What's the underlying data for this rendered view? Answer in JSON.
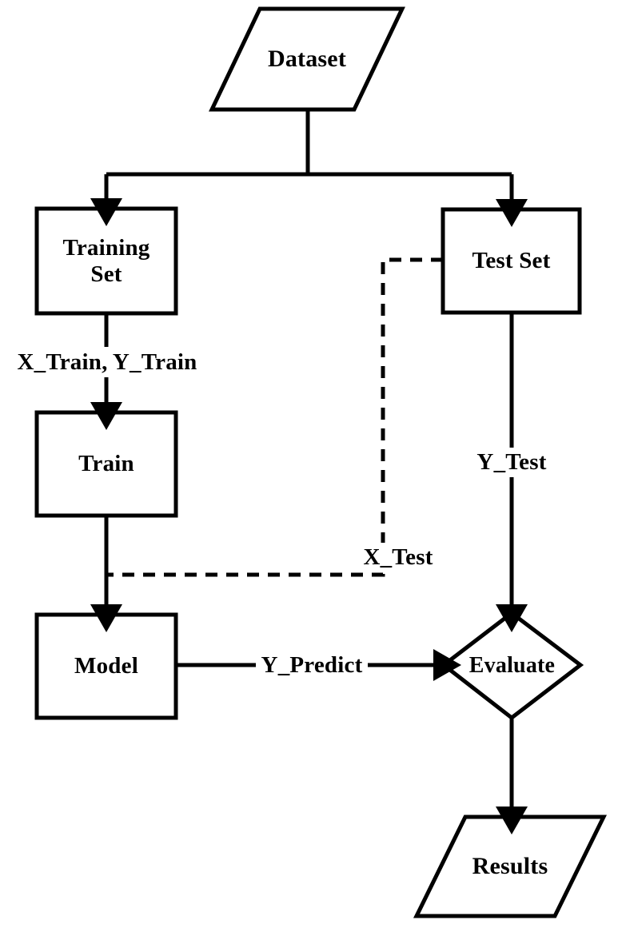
{
  "diagram": {
    "title": "Machine Learning Train/Test Workflow Flowchart",
    "background_color": "#ffffff",
    "stroke_color": "#000000",
    "nodes": [
      {
        "id": "dataset",
        "label": "Dataset",
        "shape": "parallelogram"
      },
      {
        "id": "training_set",
        "label": "Training\nSet",
        "shape": "rectangle"
      },
      {
        "id": "test_set",
        "label": "Test Set",
        "shape": "rectangle"
      },
      {
        "id": "train",
        "label": "Train",
        "shape": "rectangle"
      },
      {
        "id": "model",
        "label": "Model",
        "shape": "rectangle"
      },
      {
        "id": "evaluate",
        "label": "Evaluate",
        "shape": "diamond"
      },
      {
        "id": "results",
        "label": "Results",
        "shape": "parallelogram"
      }
    ],
    "node_labels": {
      "dataset": "Dataset",
      "training_set_line1": "Training",
      "training_set_line2": "Set",
      "test_set": "Test Set",
      "train": "Train",
      "model": "Model",
      "evaluate": "Evaluate",
      "results": "Results"
    },
    "edges": [
      {
        "id": "dataset-to-training-set",
        "from": "dataset",
        "to": "training_set",
        "style": "solid",
        "label": ""
      },
      {
        "id": "dataset-to-test-set",
        "from": "dataset",
        "to": "test_set",
        "style": "solid",
        "label": ""
      },
      {
        "id": "training-set-to-train",
        "from": "training_set",
        "to": "train",
        "style": "solid",
        "label": "X_Train, Y_Train"
      },
      {
        "id": "train-to-model",
        "from": "train",
        "to": "model",
        "style": "solid",
        "label": ""
      },
      {
        "id": "test-set-to-model",
        "from": "test_set",
        "to": "model",
        "style": "dashed",
        "label": "X_Test"
      },
      {
        "id": "test-set-to-evaluate",
        "from": "test_set",
        "to": "evaluate",
        "style": "solid",
        "label": "Y_Test"
      },
      {
        "id": "model-to-evaluate",
        "from": "model",
        "to": "evaluate",
        "style": "solid",
        "label": "Y_Predict"
      },
      {
        "id": "evaluate-to-results",
        "from": "evaluate",
        "to": "results",
        "style": "solid",
        "label": ""
      }
    ],
    "edge_labels": {
      "x_train_y_train": "X_Train, Y_Train",
      "x_test": "X_Test",
      "y_test": "Y_Test",
      "y_predict": "Y_Predict"
    }
  }
}
